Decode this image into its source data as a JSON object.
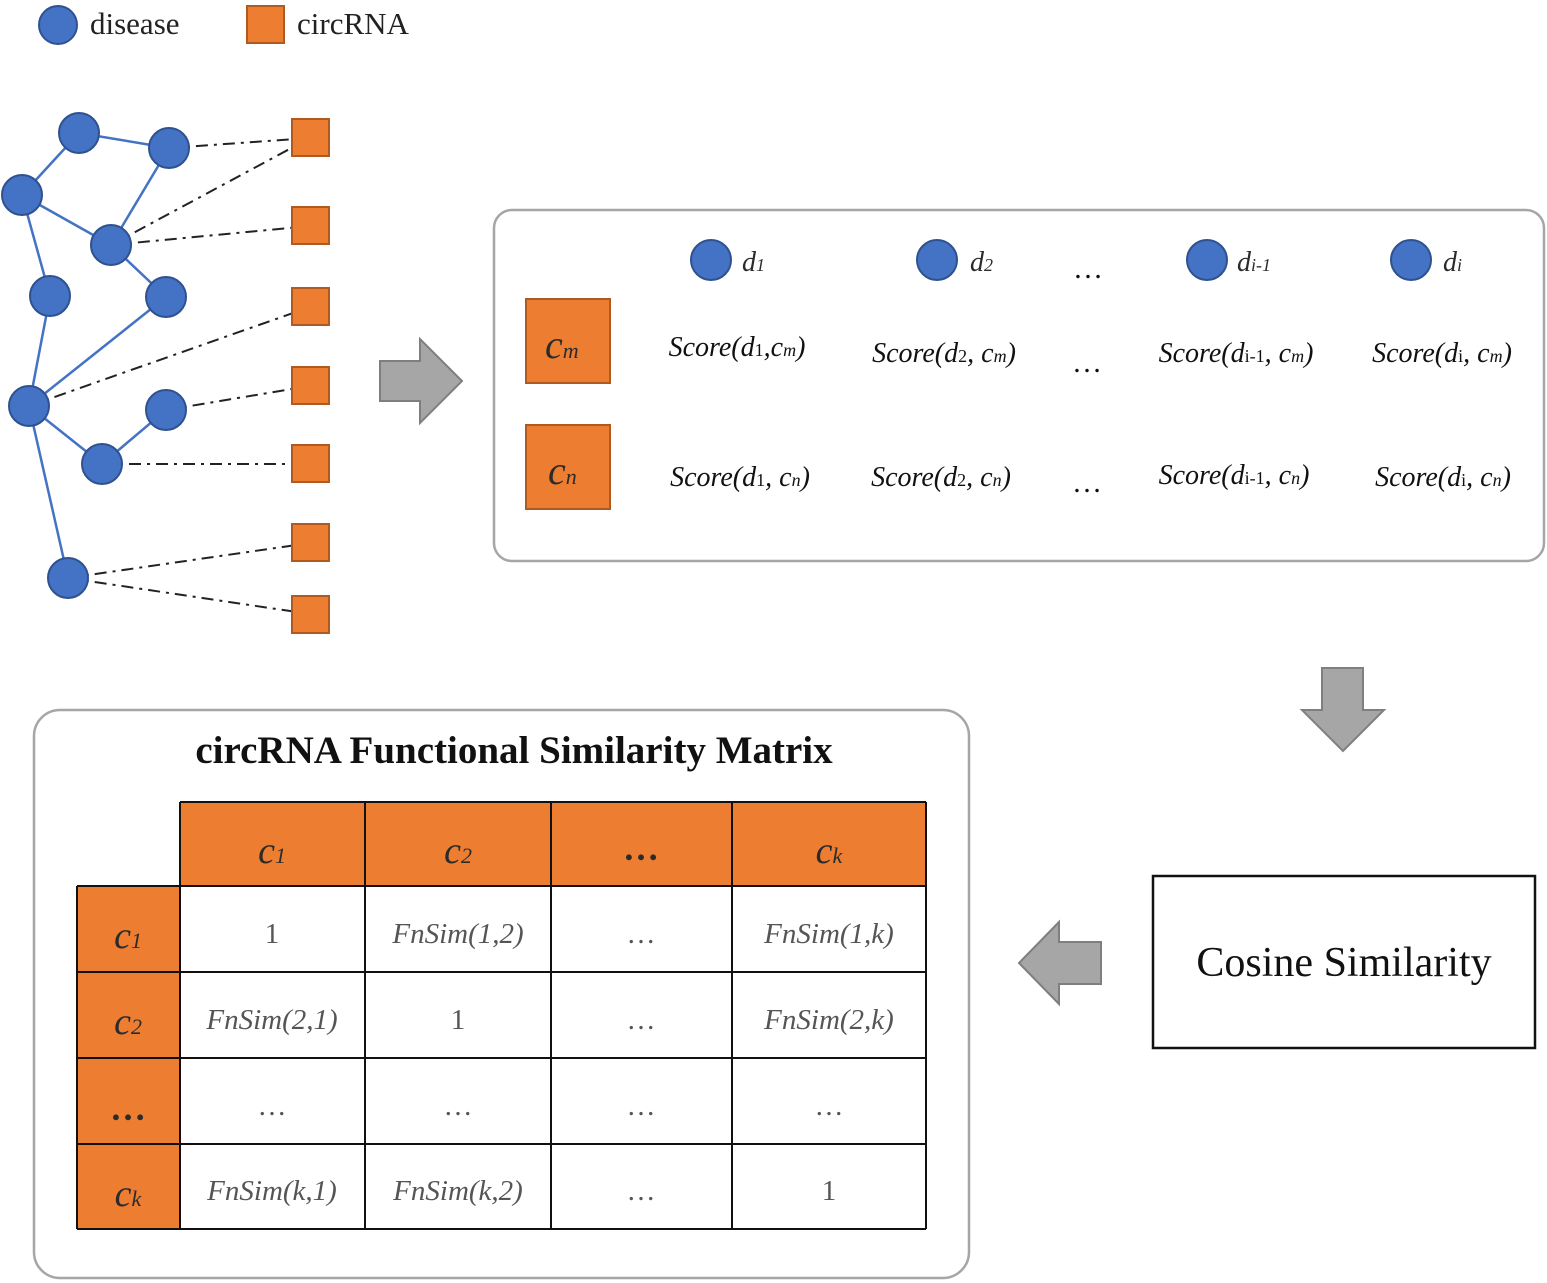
{
  "legend": {
    "disease_label": "disease",
    "circrna_label": "circRNA"
  },
  "score_panel": {
    "columns": [
      {
        "base": "d",
        "sub": "1"
      },
      {
        "base": "d",
        "sub": "2"
      },
      {
        "base": "…",
        "sub": ""
      },
      {
        "base": "d",
        "sub": "i-1"
      },
      {
        "base": "d",
        "sub": "i"
      }
    ],
    "rows": [
      {
        "circ": {
          "base": "c",
          "sub": "m"
        },
        "scores": [
          {
            "pre": "Score(d",
            "dsub": "1",
            "mid": ",c",
            "csub": "m",
            "post": ")"
          },
          {
            "pre": "Score(d",
            "dsub": "2",
            "mid": ", c",
            "csub": "m",
            "post": ")"
          },
          {
            "pre": "…",
            "dsub": "",
            "mid": "",
            "csub": "",
            "post": ""
          },
          {
            "pre": "Score(d",
            "dsub": "i-1",
            "mid": ", c",
            "csub": "m",
            "post": ")"
          },
          {
            "pre": "Score(d",
            "dsub": "i",
            "mid": ", c",
            "csub": "m",
            "post": ")"
          }
        ]
      },
      {
        "circ": {
          "base": "c",
          "sub": "n"
        },
        "scores": [
          {
            "pre": "Score(d",
            "dsub": "1",
            "mid": ", c",
            "csub": "n",
            "post": ")"
          },
          {
            "pre": "Score(d",
            "dsub": "2",
            "mid": ", c",
            "csub": "n",
            "post": ")"
          },
          {
            "pre": "…",
            "dsub": "",
            "mid": "",
            "csub": "",
            "post": ""
          },
          {
            "pre": "Score(d",
            "dsub": "i-1",
            "mid": ", c",
            "csub": "n",
            "post": ")"
          },
          {
            "pre": "Score(d",
            "dsub": "i",
            "mid": ", c",
            "csub": "n",
            "post": ")"
          }
        ]
      }
    ]
  },
  "cosine_box": {
    "label": "Cosine Similarity"
  },
  "matrix": {
    "title": "circRNA Functional Similarity Matrix",
    "col_headers": [
      {
        "base": "c",
        "sub": "1"
      },
      {
        "base": "c",
        "sub": "2"
      },
      {
        "base": "…",
        "sub": ""
      },
      {
        "base": "c",
        "sub": "k"
      }
    ],
    "row_headers": [
      {
        "base": "c",
        "sub": "1"
      },
      {
        "base": "c",
        "sub": "2"
      },
      {
        "base": "…",
        "sub": ""
      },
      {
        "base": "c",
        "sub": "k"
      }
    ],
    "cells": [
      [
        "1",
        "FnSim(1,2)",
        "…",
        "FnSim(1,k)"
      ],
      [
        "FnSim(2,1)",
        "1",
        "…",
        "FnSim(2,k)"
      ],
      [
        "…",
        "…",
        "…",
        "…"
      ],
      [
        "FnSim(k,1)",
        "FnSim(k,2)",
        "…",
        "1"
      ]
    ]
  },
  "colors": {
    "disease_fill": "#4472c4",
    "disease_stroke": "#2f528f",
    "circrna_fill": "#ed7d31",
    "circrna_stroke": "#ae5a21",
    "edge": "#4472c4",
    "arrow_fill": "#a6a6a6",
    "arrow_stroke": "#7f7f7f",
    "panel_stroke": "#a6a6a6"
  }
}
